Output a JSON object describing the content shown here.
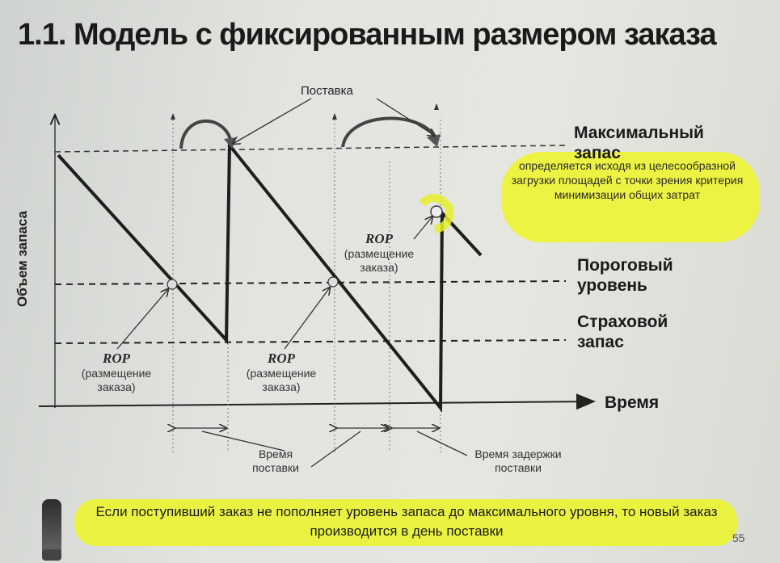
{
  "title": "1.1. Модель с фиксированным размером заказа",
  "y_axis_label": "Объем запаса",
  "x_axis_label": "Время",
  "delivery_label": "Поставка",
  "levels": {
    "max": "Максимальный запас",
    "reorder": "Пороговый уровень",
    "safety": "Страховой запас"
  },
  "max_note": "определяется исходя из целесообразной загрузки площадей с точки зрения критерия минимизации общих затрат",
  "rop": {
    "abbr": "ROP",
    "text": "(размещение заказа)"
  },
  "lead_time_label": "Время поставки",
  "delay_label": "Время задержки поставки",
  "bottom_note": "Если поступивший заказ не пополняет уровень запаса до максимального уровня, то новый заказ производится в день поставки",
  "page_number": "55",
  "colors": {
    "highlight": "#ebf23a",
    "line": "#1e1e1e"
  }
}
